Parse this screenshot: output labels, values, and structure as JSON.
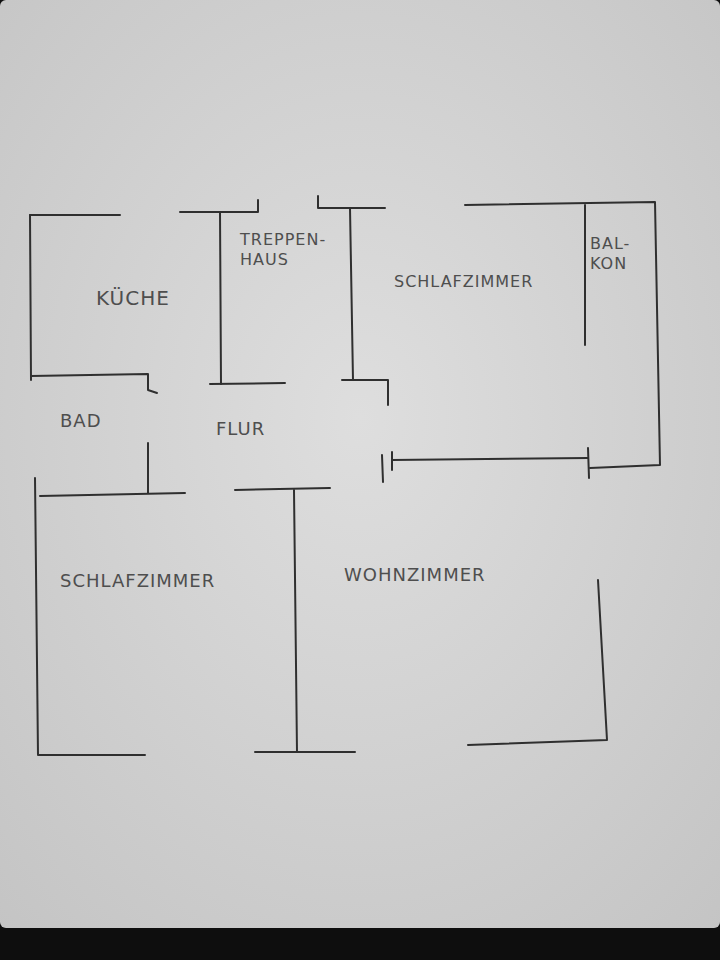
{
  "diagram": {
    "labels": [
      "KÜCHE",
      "TREPPEN- HAUS",
      "SCHLAFZIMMER",
      "BAL- KON",
      "BAD",
      "FLUR",
      "SCHLAFZIMMER",
      "WOHNZIMMER"
    ]
  }
}
